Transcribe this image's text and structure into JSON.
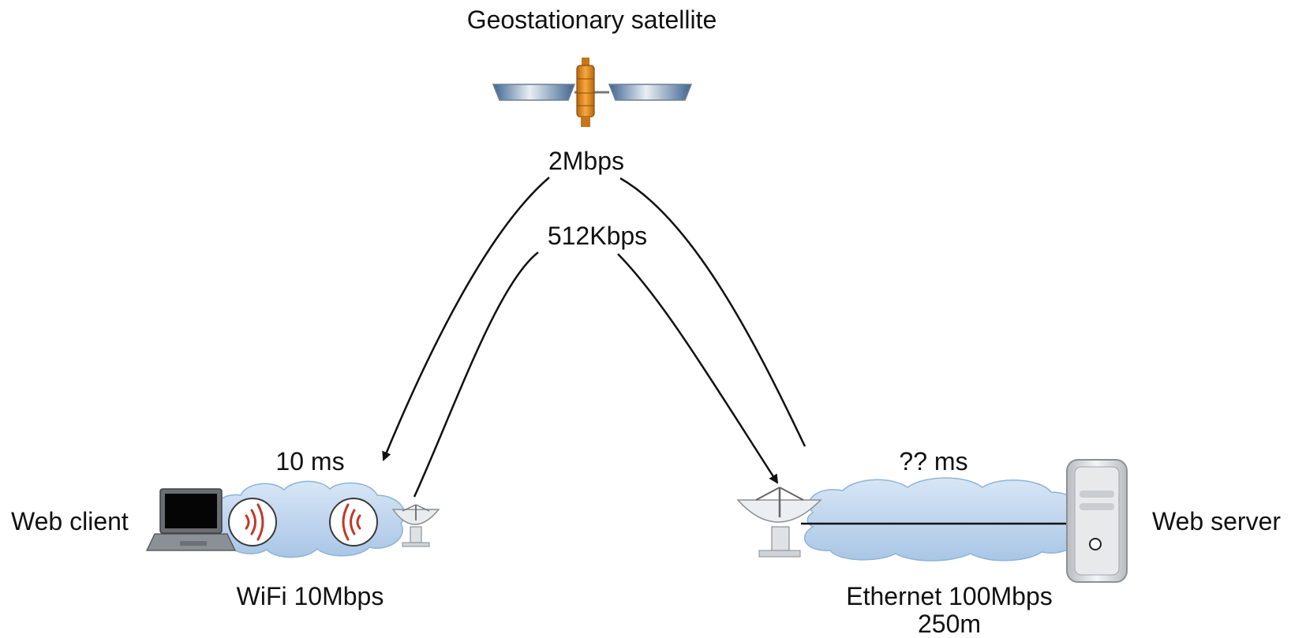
{
  "labels": {
    "satellite": "Geostationary satellite",
    "downlink_rate": "2Mbps",
    "uplink_rate": "512Kbps",
    "client_latency": "10 ms",
    "server_latency": "?? ms",
    "web_client": "Web client",
    "web_server": "Web server",
    "wifi": "WiFi 10Mbps",
    "ethernet": "Ethernet 100Mbps",
    "ethernet_distance": "250m"
  },
  "icons": {
    "satellite": "satellite-icon",
    "laptop": "laptop-icon",
    "wifi_signal_a": "wifi-signal-icon",
    "wifi_signal_b": "wifi-signal-icon",
    "dish_client": "satellite-dish-icon",
    "dish_server": "satellite-dish-icon",
    "server": "server-tower-icon"
  },
  "colors": {
    "cloud": "#bcd6ee",
    "cloud_edge": "#8fb3d6",
    "wifi_wave": "#c0392b",
    "satellite_body": "#e08a1e",
    "solar_panel": "#5a7ea3",
    "line": "#111111"
  }
}
